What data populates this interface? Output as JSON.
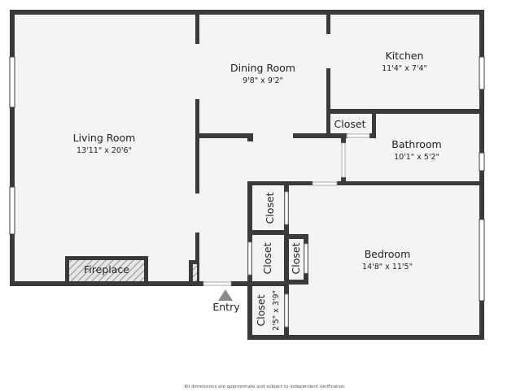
{
  "rooms": {
    "living": {
      "name": "Living Room",
      "dims": "13'11\" x 20'6\""
    },
    "dining": {
      "name": "Dining Room",
      "dims": "9'8\" x 9'2\""
    },
    "kitchen": {
      "name": "Kitchen",
      "dims": "11'4\" x 7'4\""
    },
    "bathroom": {
      "name": "Bathroom",
      "dims": "10'1\" x 5'2\""
    },
    "bedroom": {
      "name": "Bedroom",
      "dims": "14'8\" x 11'5\""
    }
  },
  "closets": {
    "kitchen_closet": "Closet",
    "upper_closet": "Closet",
    "middle_closet": "Closet",
    "right_closet": "Closet",
    "entry_closet": {
      "name": "Closet",
      "dims": "2'5\" x 3'9\""
    }
  },
  "fireplace": "Fireplace",
  "entry": "Entry",
  "disclaimer": "All dimensions are approximate and subject to independent verification",
  "colors": {
    "wall": "#3a3a3a",
    "floor": "#f4f4f4",
    "window": "#ffffff",
    "entry_marker": "#8a8a8a"
  }
}
